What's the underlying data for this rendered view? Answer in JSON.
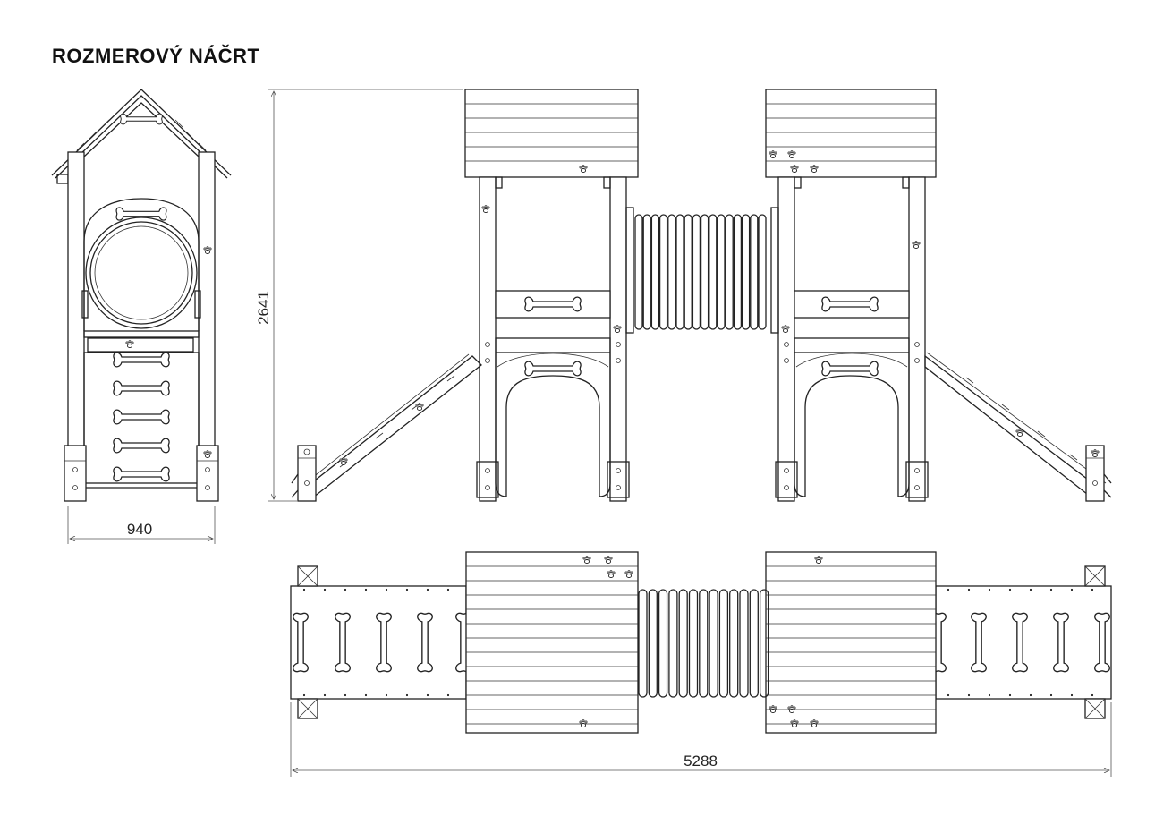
{
  "title": "ROZMEROVÝ NÁČRT",
  "dimensions": {
    "front_width": "940",
    "side_height": "2641",
    "total_length": "5288"
  },
  "icons": {
    "bone": "bone-icon",
    "paw": "paw-print-icon"
  },
  "colors": {
    "line": "#222222",
    "background": "#ffffff"
  }
}
